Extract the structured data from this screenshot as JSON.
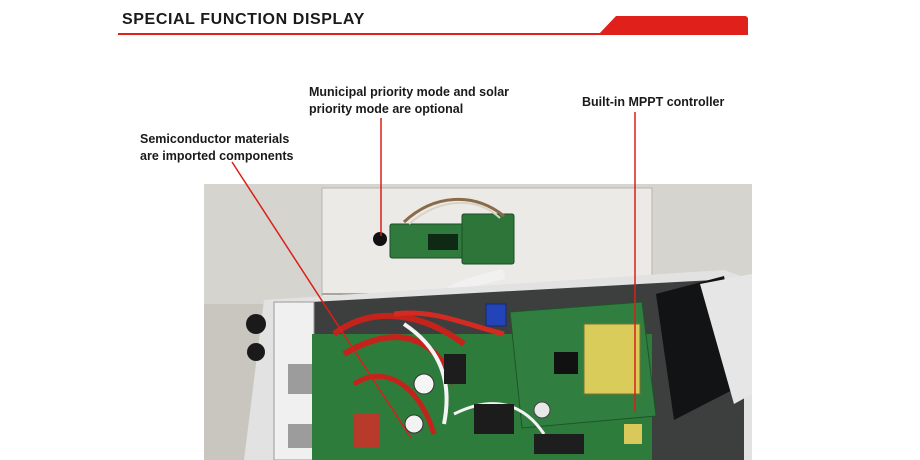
{
  "header": {
    "title": "SPECIAL FUNCTION DISPLAY",
    "accent_color": "#e0201b"
  },
  "callouts": [
    {
      "lines": [
        "Municipal priority mode and solar",
        "priority mode are optional"
      ]
    },
    {
      "lines": [
        "Built-in MPPT controller"
      ]
    },
    {
      "lines": [
        "Semiconductor materials",
        "are imported components"
      ]
    }
  ],
  "photo": {
    "subject": "inverter-internal-circuit-boards-photo"
  }
}
